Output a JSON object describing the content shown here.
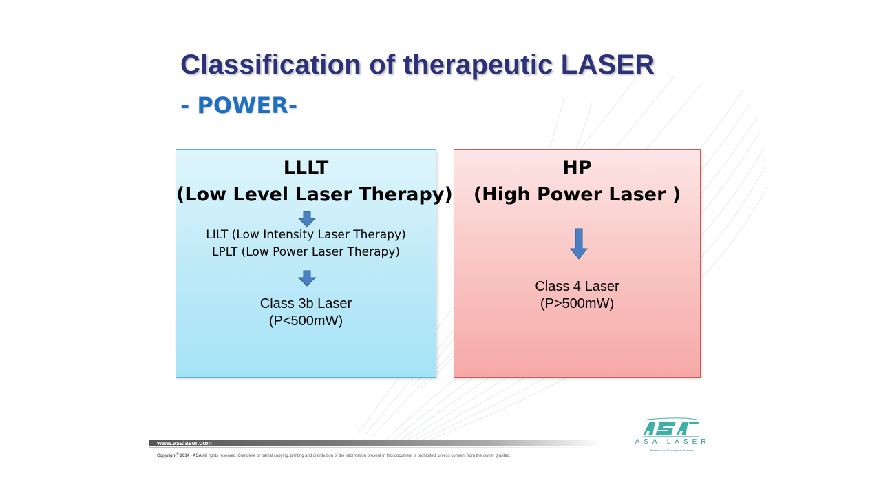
{
  "slide": {
    "title": "Classification of therapeutic LASER",
    "subtitle": "- POWER-"
  },
  "left_box": {
    "heading_line1": "LLLT",
    "heading_line2": "(Low Level Laser Therapy)",
    "alias1": "LILT (Low Intensity Laser Therapy)",
    "alias2": "LPLT (Low Power Laser Therapy)",
    "class_name": "Class 3b Laser",
    "class_power": "(P<500mW)"
  },
  "right_box": {
    "heading_line1": "HP",
    "heading_line2": "(High Power Laser )",
    "class_name": "Class 4 Laser",
    "class_power": "(P>500mW)"
  },
  "footer": {
    "url": "www.asalaser.com",
    "copyright_prefix": "Copyright",
    "copyright_mark": "®",
    "copyright_year": " 2014 - ASA",
    "copyright_text": " All rights reserved. Complete or partial copying, printing and distribution of the information present in this document is prohibited, unless consent from the owner granted."
  },
  "logo": {
    "name": "ASA LASER",
    "tagline": "Research and Therapeutic Solutions"
  },
  "colors": {
    "title": "#2c3179",
    "subtitle": "#1f6fc0",
    "left_box_fill": "#bfeaf8",
    "right_box_fill": "#f9c6c4",
    "arrow": "#4a7fc1",
    "logo": "#3a8f9b"
  }
}
